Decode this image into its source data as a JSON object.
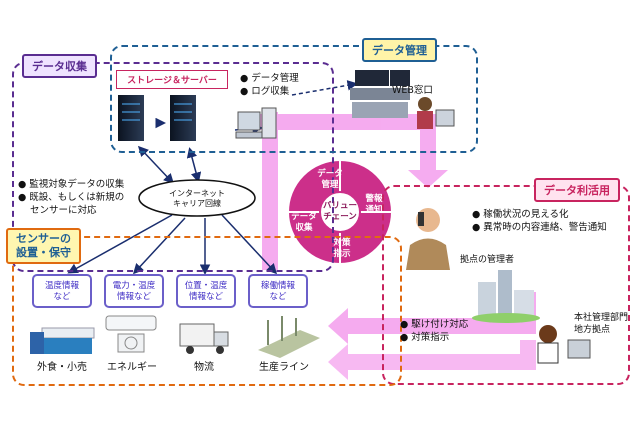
{
  "sections": {
    "data_collection": "データ収集",
    "data_management": "データ管理",
    "data_utilization": "データ利活用",
    "sensor_install": [
      "センサーの",
      "設置・保守"
    ]
  },
  "storage_label": "ストレージ＆サーバー",
  "management_bullets": [
    "● データ管理",
    "● ログ収集"
  ],
  "web_window": "WEB窓口",
  "internet": [
    "インターネット",
    "キャリア回線"
  ],
  "collection_bullets": [
    "● 監視対象データの収集",
    "● 既設、もしくは新規の",
    "センサーに対応"
  ],
  "value_chain": {
    "center": [
      "バリュー",
      "チェーン"
    ],
    "segments": {
      "management": [
        "データ",
        "管理"
      ],
      "alert": [
        "警報",
        "通知"
      ],
      "instruction": [
        "対策",
        "指示"
      ],
      "collection": [
        "データ",
        "収集"
      ]
    }
  },
  "utilization_bullets": [
    "● 稼働状況の見える化",
    "● 異常時の内容連絡、警告通知"
  ],
  "site_manager": "拠点の管理者",
  "headquarters": [
    "本社管理部門",
    "地方拠点"
  ],
  "response_bullets": [
    "● 駆け付け対応",
    "● 対策指示"
  ],
  "categories": [
    {
      "line1": "温度情報",
      "line2": "など",
      "industry": "外食・小売"
    },
    {
      "line1": "電力・温度",
      "line2": "情報など",
      "industry": "エネルギー"
    },
    {
      "line1": "位置・温度",
      "line2": "情報など",
      "industry": "物流"
    },
    {
      "line1": "稼働情報",
      "line2": "など",
      "industry": "生産ライン"
    }
  ],
  "colors": {
    "collection": "#5a2d91",
    "management": "#1f5f94",
    "utilization": "#c8245f",
    "sensor": "#e06a10",
    "arrow_pink": "#f7a8f0"
  }
}
